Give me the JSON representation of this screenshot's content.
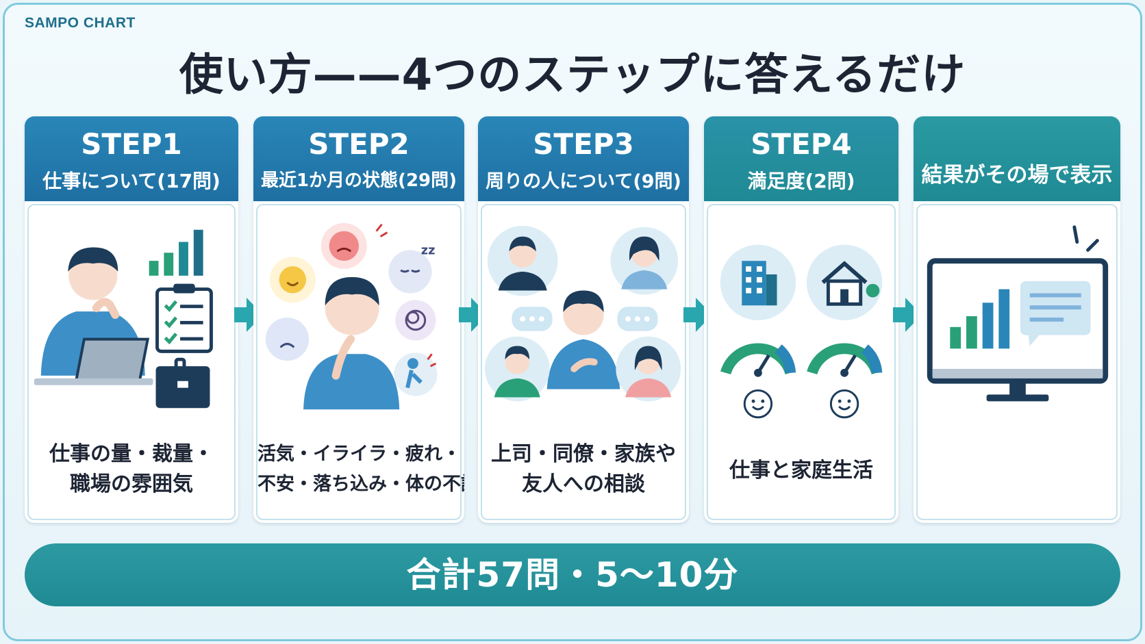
{
  "brand": "SAMPO CHART",
  "title": "使い方——4つのステップに答えるだけ",
  "steps": [
    {
      "step": "STEP1",
      "subtitle": "仕事について(17問)",
      "desc_line1": "仕事の量・裁量・",
      "desc_line2": "職場の雰囲気"
    },
    {
      "step": "STEP2",
      "subtitle": "最近1か月の状態(29問)",
      "desc_line1": "活気・イライラ・疲れ・",
      "desc_line2": "不安・落ち込み・体の不調"
    },
    {
      "step": "STEP3",
      "subtitle": "周りの人について(9問)",
      "desc_line1": "上司・同僚・家族や",
      "desc_line2": "友人への相談"
    },
    {
      "step": "STEP4",
      "subtitle": "満足度(2問)",
      "desc_line1": "仕事と家庭生活",
      "desc_line2": ""
    }
  ],
  "result": {
    "label": "結果がその場で表示"
  },
  "total": "合計57問・5〜10分",
  "colors": {
    "header_blue": "#1f77a8",
    "header_teal": "#1f8a94",
    "arrow": "#2aa7ae",
    "text_dark": "#1d2433",
    "accent_green": "#2aa078"
  }
}
